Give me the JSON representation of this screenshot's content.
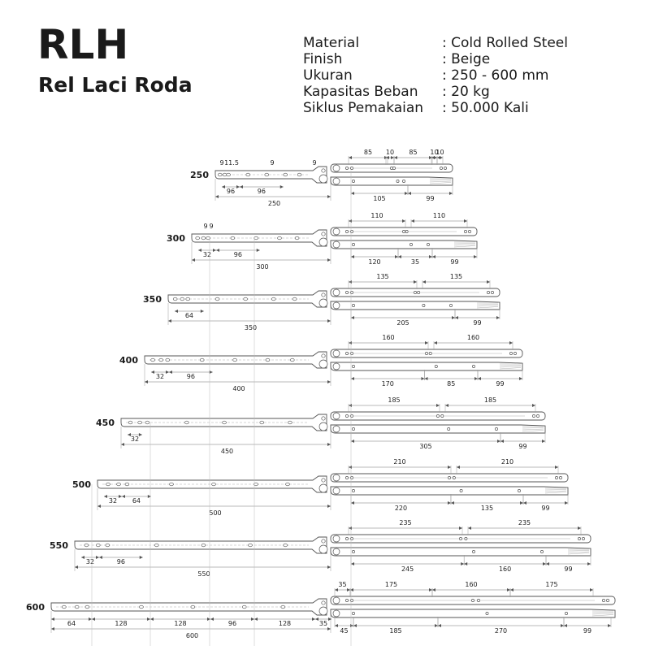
{
  "title": "RLH",
  "subtitle": "Rel Laci Roda",
  "specs": [
    {
      "label": "Material",
      "value": ": Cold Rolled Steel"
    },
    {
      "label": "Finish",
      "value": ": Beige"
    },
    {
      "label": "Ukuran",
      "value": ": 250 - 600 mm"
    },
    {
      "label": "Kapasitas Beban",
      "value": ": 20 kg"
    },
    {
      "label": "Siklus Pemakaian",
      "value": ": 50.000 Kali"
    }
  ],
  "rails": [
    {
      "size": "250",
      "side_top": [
        "9",
        "11.5",
        "9",
        "9"
      ],
      "side_bottom": [
        "96",
        "96"
      ],
      "side_total": "250",
      "end_top": [
        "85",
        "10",
        "85",
        "10",
        "10"
      ],
      "end_bottom": [
        "105",
        "99"
      ]
    },
    {
      "size": "300",
      "side_top": [
        "9",
        "9"
      ],
      "side_bottom": [
        "32",
        "96"
      ],
      "side_total": "300",
      "end_top": [
        "110",
        "110"
      ],
      "end_bottom": [
        "120",
        "35",
        "99"
      ]
    },
    {
      "size": "350",
      "side_top": [],
      "side_bottom": [
        "64"
      ],
      "side_total": "350",
      "end_top": [
        "135",
        "135"
      ],
      "end_bottom": [
        "205",
        "99"
      ]
    },
    {
      "size": "400",
      "side_top": [],
      "side_bottom": [
        "32",
        "96"
      ],
      "side_total": "400",
      "end_top": [
        "160",
        "160"
      ],
      "end_bottom": [
        "170",
        "85",
        "99"
      ]
    },
    {
      "size": "450",
      "side_top": [],
      "side_bottom": [
        "32"
      ],
      "side_total": "450",
      "end_top": [
        "185",
        "185"
      ],
      "end_bottom": [
        "305",
        "99"
      ]
    },
    {
      "size": "500",
      "side_top": [],
      "side_bottom": [
        "32",
        "64"
      ],
      "side_total": "500",
      "end_top": [
        "210",
        "210"
      ],
      "end_bottom": [
        "220",
        "135",
        "99"
      ]
    },
    {
      "size": "550",
      "side_top": [],
      "side_bottom": [
        "32",
        "96"
      ],
      "side_total": "550",
      "end_top": [
        "235",
        "235"
      ],
      "end_bottom": [
        "245",
        "160",
        "99"
      ]
    },
    {
      "size": "600",
      "side_top": [],
      "side_bottom": [
        "64",
        "128",
        "128",
        "96",
        "128",
        "35"
      ],
      "side_total": "600",
      "end_top": [
        "35",
        "175",
        "160",
        "175"
      ],
      "end_bottom": [
        "45",
        "185",
        "270",
        "99"
      ]
    }
  ]
}
